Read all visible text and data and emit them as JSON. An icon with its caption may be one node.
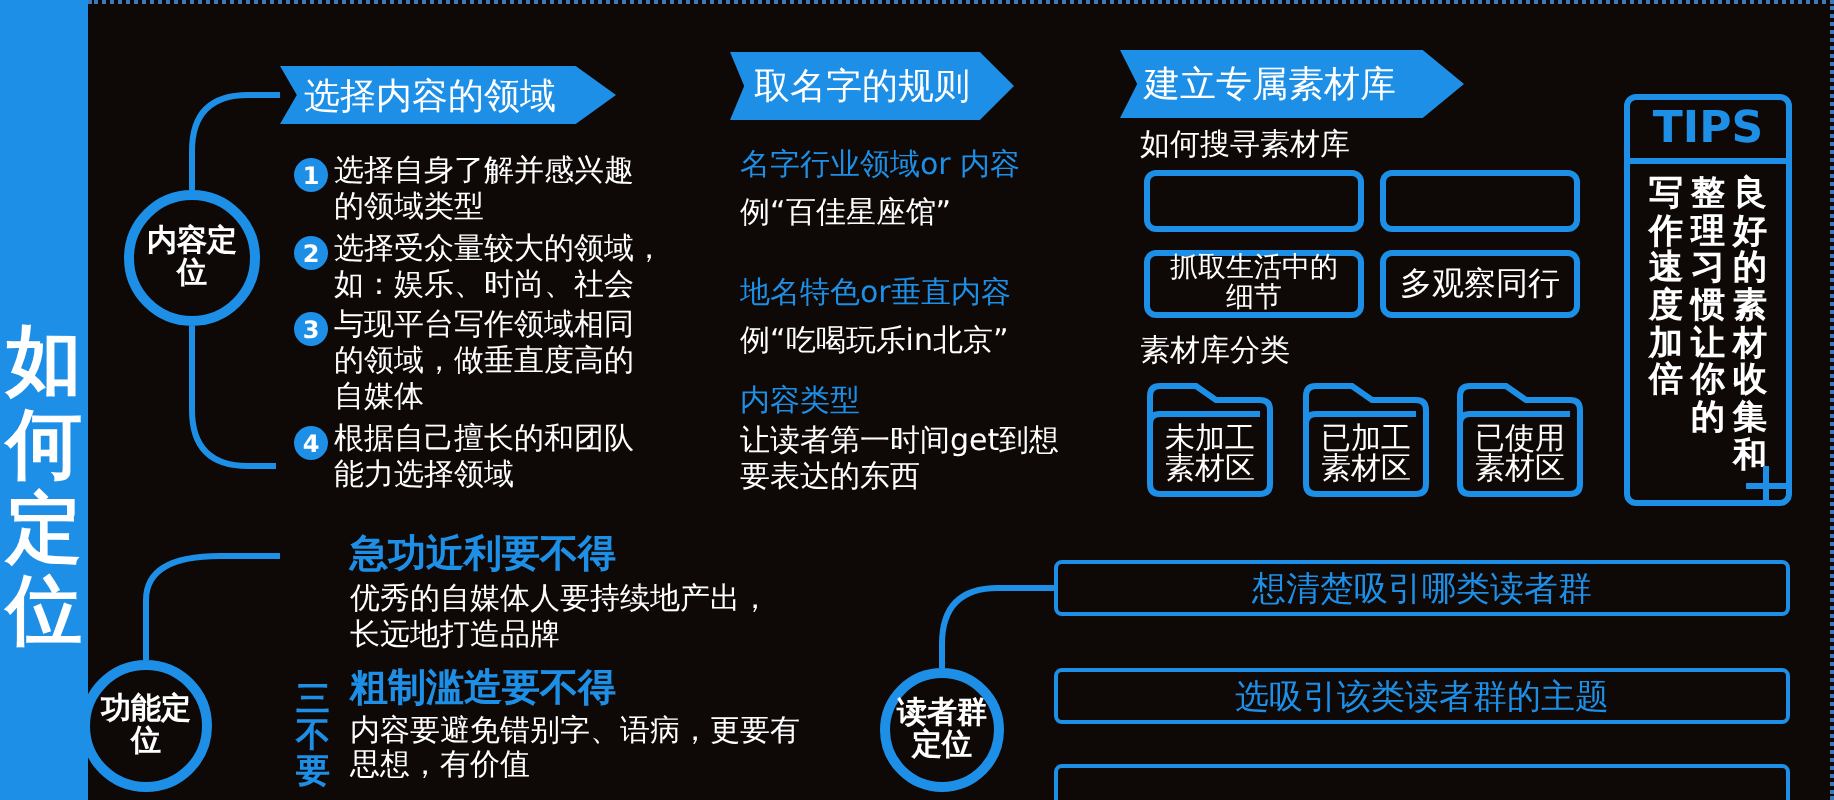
{
  "diagram": {
    "nodes": [
      {
        "text": [
          "如何定位"
        ]
      },
      {
        "text": [
          "内容定位"
        ]
      },
      {
        "text": [
          "选择内容的领域"
        ]
      },
      {
        "text": [
          "取名字的规则"
        ]
      },
      {
        "text": [
          "建立专属素材库"
        ]
      },
      {
        "text": [],
        "shape": "box"
      },
      {
        "text": [],
        "shape": "box"
      },
      {
        "text": [
          "抓取生活中的细节"
        ]
      },
      {
        "text": [
          "多观察同行"
        ]
      },
      {
        "text": [
          "未加工素材区"
        ]
      },
      {
        "text": [
          "已加工素材区"
        ]
      },
      {
        "text": [
          "已使用素材区"
        ]
      },
      {
        "text": [
          "TIPS",
          "良好的素材收集和",
          "整理习惯，让你的",
          "写作速度加倍"
        ]
      },
      {
        "text": [
          "功能定位"
        ]
      },
      {
        "text": [
          "读者群定位"
        ]
      },
      {
        "text": [
          "想清楚吸引哪类读者群"
        ]
      },
      {
        "text": [
          "选吸引该类读者群的主题"
        ]
      },
      {
        "text": [],
        "shape": "box"
      }
    ],
    "edges": [
      {
        "from": 1,
        "to": 2,
        "arrow": "none"
      },
      {
        "from": 14,
        "to": 15,
        "arrow": "none"
      }
    ],
    "labels": [
      "1",
      "选择自身了解并感兴趣的领域类型",
      "2",
      "选择受众量较大的领域，如：娱乐、时尚、社会",
      "3",
      "与现平台写作领域相同的领域，做垂直度高的自媒体",
      "4",
      "根据自己擅长的和团队能力选择领域",
      "名字行业领域or 内容",
      "例“百佳星座馆”",
      "地名特色or垂直内容",
      "例“吃喝玩乐in北京”",
      "内容类型",
      "让读者第一时间get到想要表达的东西",
      "如何搜寻素材库",
      "素材库分类",
      "急功近利要不得",
      "优秀的自媒体人要持续地产出，长远地打造品牌",
      "三不要",
      "粗制滥造要不得",
      "内容要避免错别字、语病，更要有思想，有价值"
    ]
  }
}
